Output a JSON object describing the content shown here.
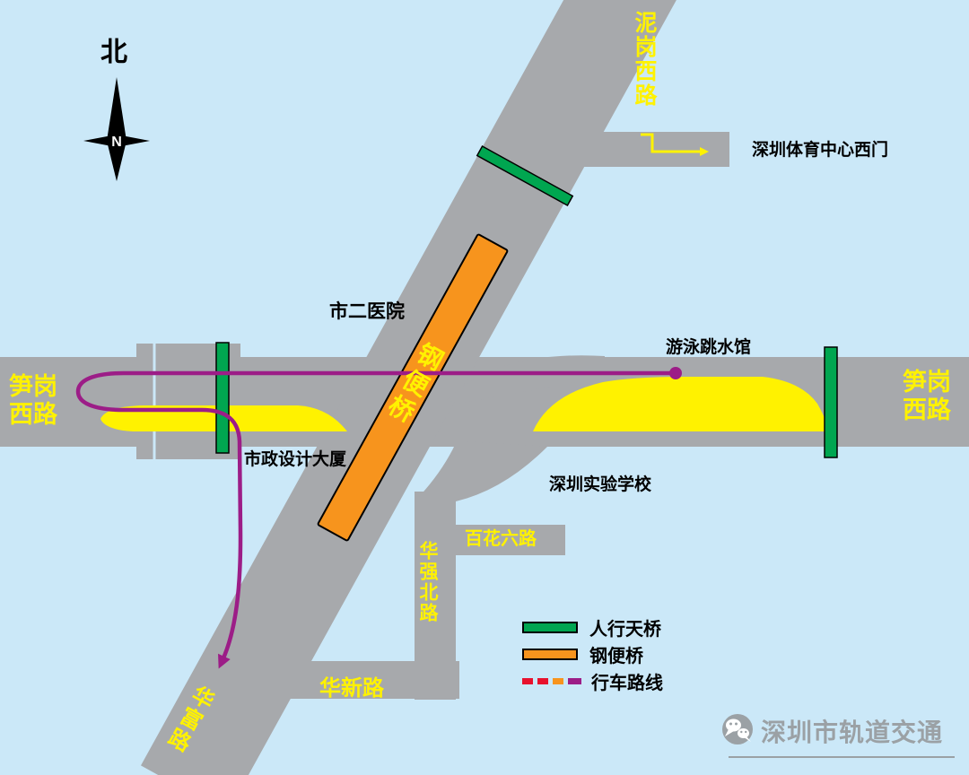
{
  "map": {
    "compass": {
      "title": "北",
      "letter": "N"
    },
    "roads": {
      "nigang_west": "泥岗西路",
      "sungang_west": {
        "l1": "笋岗",
        "l2": "西路"
      },
      "huafu": "华富路",
      "huaxin": "华新路",
      "huaqiang_north": "华强北路",
      "baihua_six": "百花六路"
    },
    "landmarks": {
      "hospital": "市二医院",
      "swimming_diving_hall": "游泳跳水馆",
      "sports_center_west_gate": "深圳体育中心西门",
      "municipal_design_building": "市政设计大厦",
      "experimental_school": "深圳实验学校"
    },
    "bridge_label": "钢便桥",
    "legend": {
      "items": [
        {
          "label": "人行天桥",
          "color": "#00a650",
          "style": "solid-bar"
        },
        {
          "label": "钢便桥",
          "color": "#f7941d",
          "style": "solid-bar"
        },
        {
          "label": "行车路线",
          "colors": [
            "#e8112d",
            "#e8112d",
            "#f7941d",
            "#9c1d87"
          ],
          "style": "dashed-line"
        }
      ]
    },
    "footer": {
      "brand": "深圳市轨道交通"
    },
    "colors": {
      "background": "#cbe8f8",
      "road": "#a7a9ac",
      "road_marking_yellow": "#fff200",
      "pedestrian_bridge_green": "#00a650",
      "steel_bridge_orange": "#f7941d",
      "route_purple": "#9c1d87"
    }
  }
}
